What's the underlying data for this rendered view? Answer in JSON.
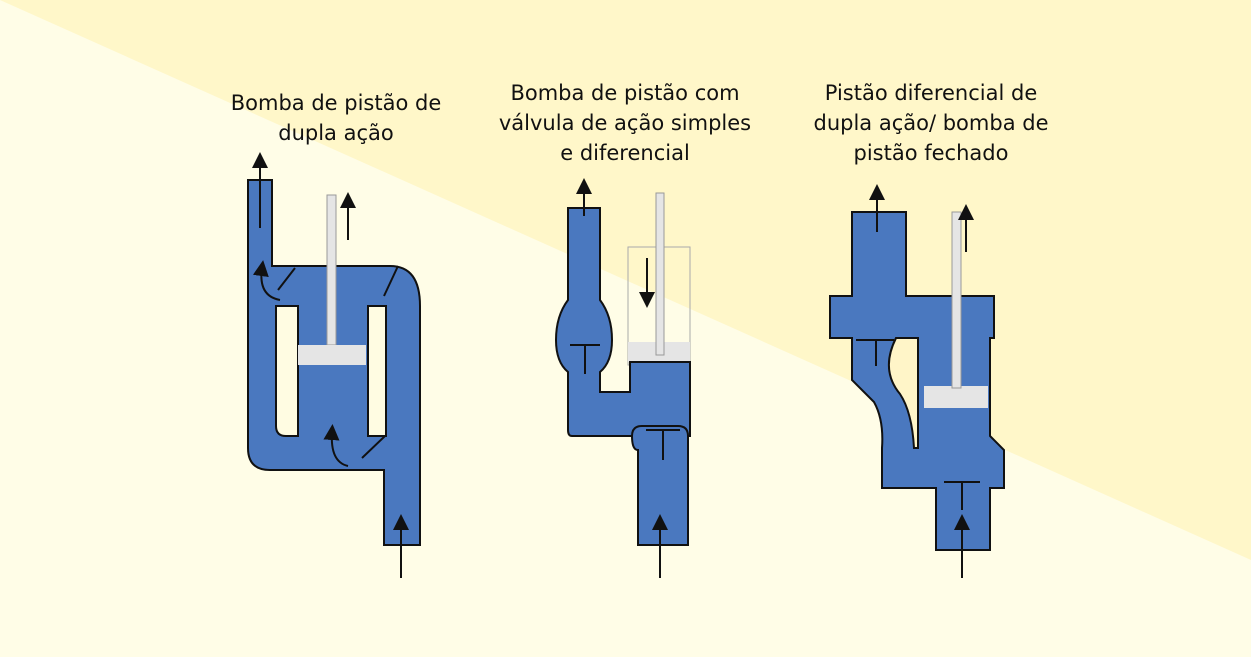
{
  "diagrams": [
    {
      "caption": "Bomba de pistão de\ndupla ação",
      "fluid_color": "#4a78bf",
      "piston_color": "#e5e5e5"
    },
    {
      "caption": "Bomba de pistão com\nválvula de ação simples\ne diferencial",
      "fluid_color": "#4a78bf",
      "piston_color": "#e5e5e5"
    },
    {
      "caption": "Pistão diferencial de\ndupla ação/ bomba de\npistão fechado",
      "fluid_color": "#4a78bf",
      "piston_color": "#e5e5e5"
    }
  ],
  "colors": {
    "background": "#fffde7",
    "background_band": "#fff7c9",
    "outline": "#111111",
    "rod": "#e5e5e5"
  }
}
